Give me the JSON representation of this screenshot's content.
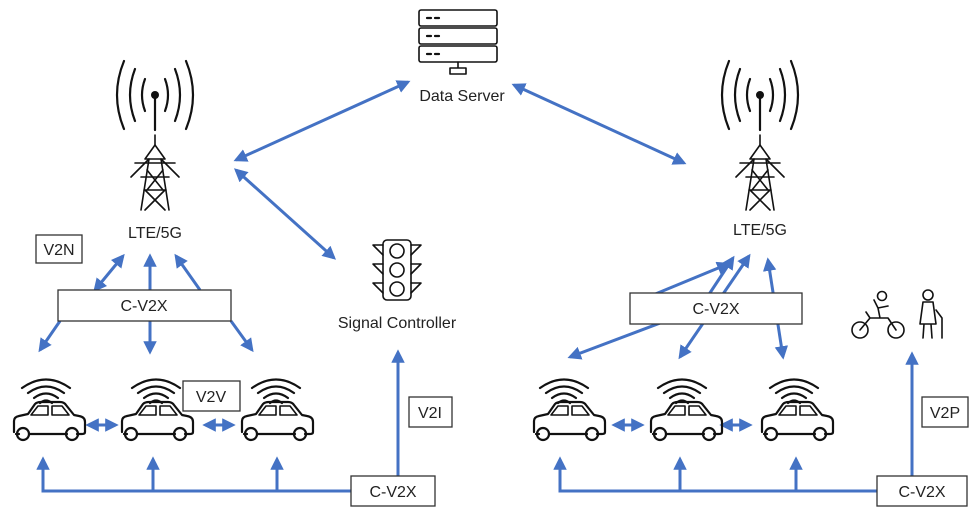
{
  "labels": {
    "data_server": "Data Server",
    "signal_controller": "Signal Controller",
    "left_tower": "LTE/5G",
    "right_tower": "LTE/5G",
    "v2n": "V2N",
    "v2v": "V2V",
    "v2i": "V2I",
    "v2p": "V2P",
    "cv2x_left_top": "C-V2X",
    "cv2x_left_bottom": "C-V2X",
    "cv2x_right_top": "C-V2X",
    "cv2x_right_bottom": "C-V2X"
  },
  "icons": [
    "server-icon",
    "cell-tower-icon",
    "traffic-light-icon",
    "car-icon",
    "wireless-signal-icon",
    "motorcycle-rider-icon",
    "pedestrian-elderly-icon"
  ],
  "colors": {
    "arrow": "#4472c4",
    "icon": "#111111",
    "box_border": "#333333"
  }
}
